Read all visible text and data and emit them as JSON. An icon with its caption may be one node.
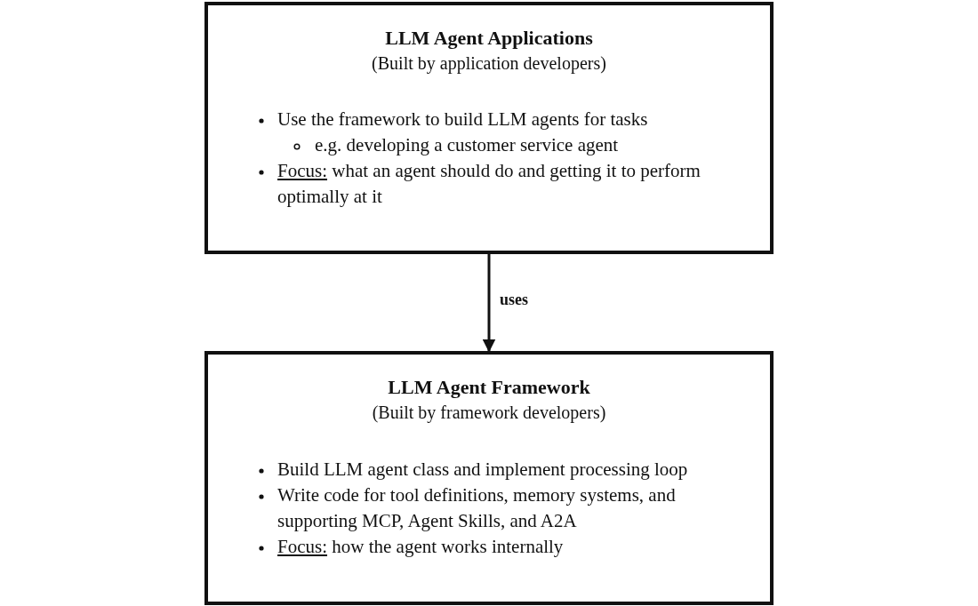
{
  "diagram": {
    "nodes": [
      {
        "text": [
          "LLM Agent Applications",
          "(Built by application developers)",
          "Use the framework to build LLM agents for tasks",
          "e.g. developing a customer service agent",
          "Focus: what an agent should do and getting it to perform optimally at it"
        ]
      },
      {
        "text": [
          "LLM Agent Framework",
          "(Built by framework developers)",
          "Build LLM agent class and implement processing loop",
          "Write code for tool definitions, memory systems, and supporting MCP, Agent Skills, and A2A",
          "Focus: how the agent works internally"
        ]
      }
    ],
    "edges": [
      {
        "from": 0,
        "to": 1,
        "arrow": "to",
        "label": "uses"
      }
    ]
  }
}
